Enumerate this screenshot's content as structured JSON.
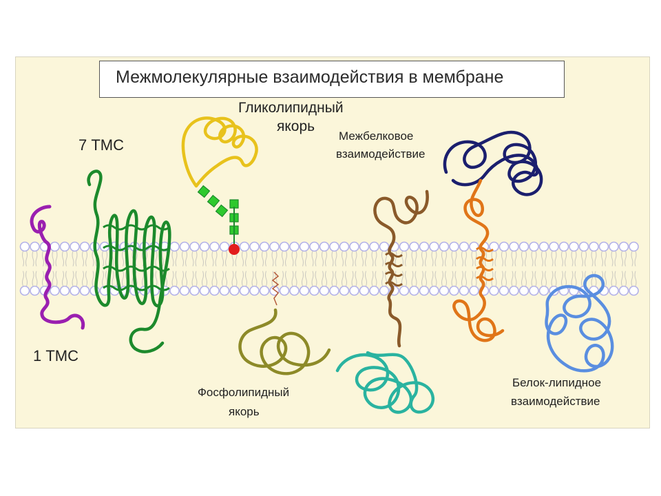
{
  "title": "Межмолекулярные взаимодействия в мембране",
  "labels": {
    "tms7": "7 ТМС",
    "tms1": "1 ТМС",
    "glyco_line1": "Гликолипидный",
    "glyco_line2": "якорь",
    "protein_line1": "Межбелковое",
    "protein_line2": "взаимодействие",
    "phospho_line1": "Фосфолипидный",
    "phospho_line2": "якорь",
    "lipid_line1": "Белок-липидное",
    "lipid_line2": "взаимодействие"
  },
  "colors": {
    "background": "#fbf6da",
    "lipid_heads": "#b3b1e8",
    "tms1_protein": "#9a1fb0",
    "tms7_protein": "#1c8a2c",
    "glycolipid_chain": "#e8c21c",
    "sugar_units": "#2ec92e",
    "anchor_head": "#e21c1c",
    "phospholipid_protein": "#8d8a28",
    "interacting_protein_brown": "#8a5a2a",
    "interacting_protein_teal": "#2ab3a0",
    "orange_protein": "#e07518",
    "navy_protein": "#1b1f6e",
    "blue_protein": "#5a8ee0"
  }
}
